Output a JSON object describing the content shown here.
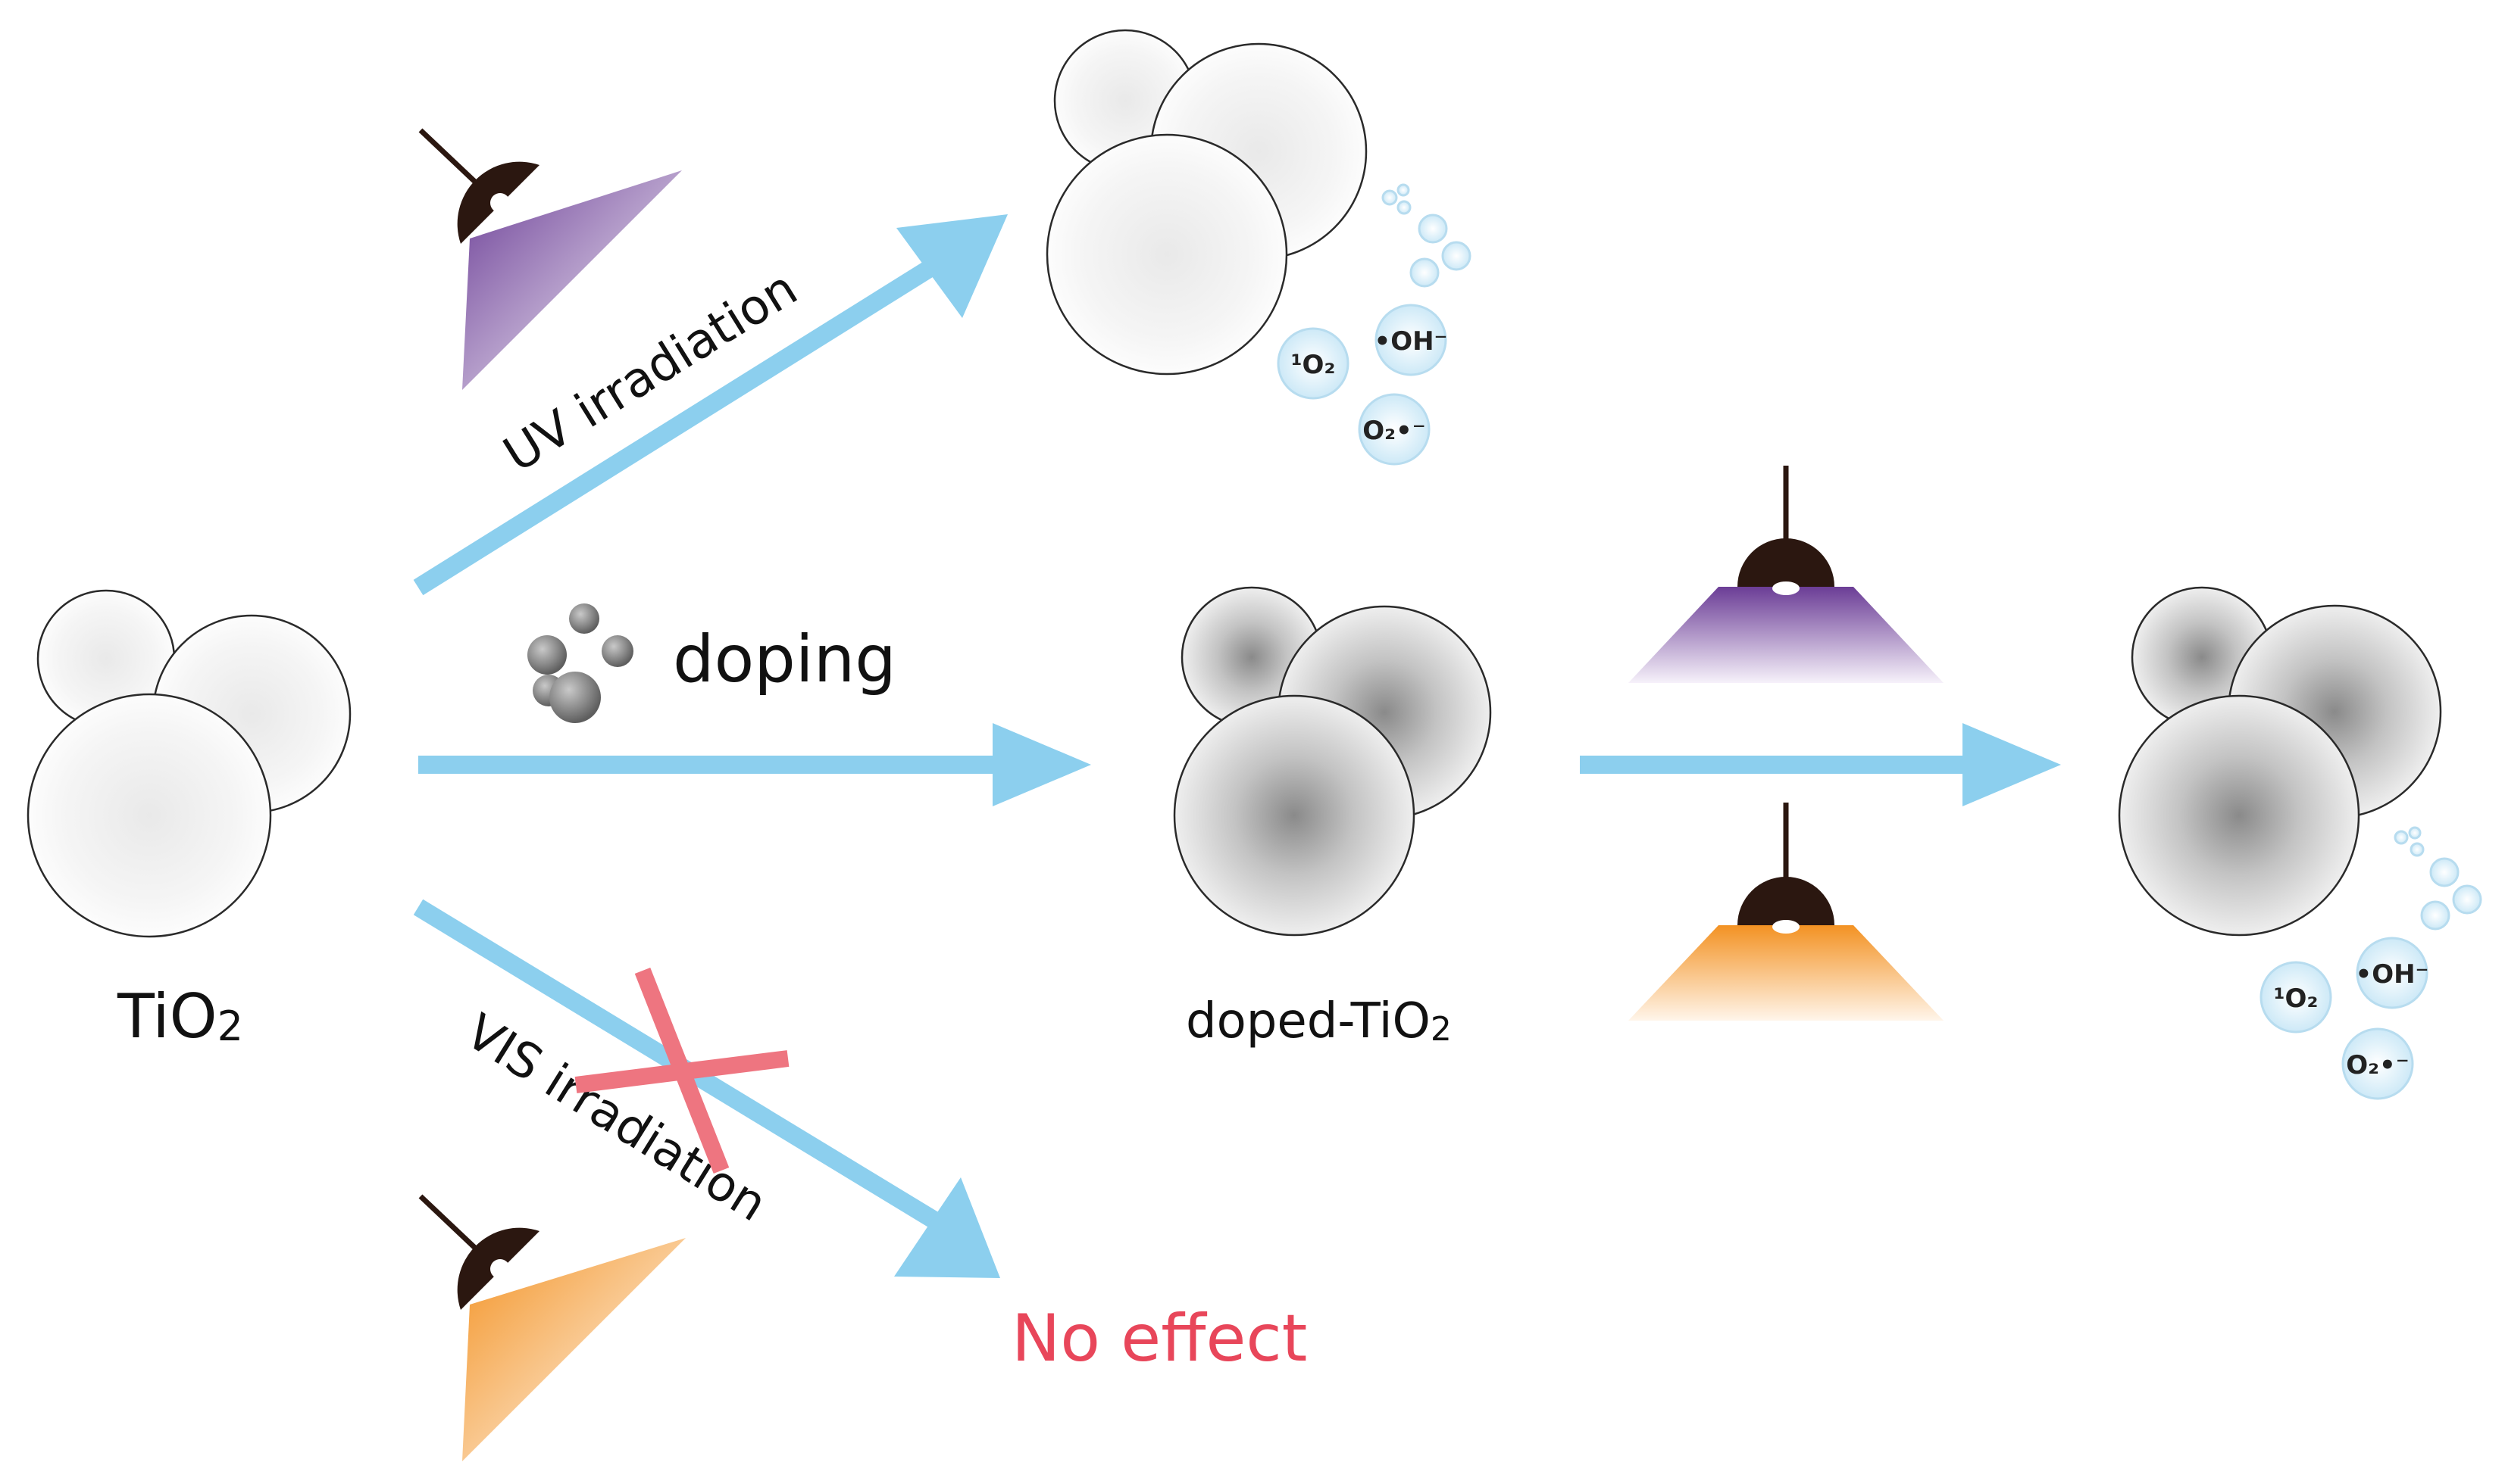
{
  "labels": {
    "tio2": "TiO",
    "tio2_sub": "2",
    "doping": "doping",
    "doped_tio2": "doped-TiO",
    "doped_tio2_sub": "2",
    "uv_irradiation": "UV irradiation",
    "vis_irradiation": "VIS irradiation",
    "no_effect": "No effect"
  },
  "ros_species": {
    "singlet_oxygen": "¹O₂",
    "hydroxyl_radical": "•OH⁻",
    "superoxide": "O₂•⁻"
  },
  "colors": {
    "arrow": "#8ccfee",
    "cross": "#ee7580",
    "no_effect_text": "#e8465a",
    "uv_light": "#7b4fa0",
    "vis_light": "#f59a2c",
    "lamp_body": "#2b1710",
    "bubble": "#d9eef9",
    "bubble_stroke": "#b7dcef",
    "particle_gray": "#7a7a7a"
  },
  "icons": {
    "lamp": "lamp-icon",
    "dopant": "dopant-particles-icon",
    "cross": "cross-mark-icon",
    "bubble": "bubble-icon"
  }
}
